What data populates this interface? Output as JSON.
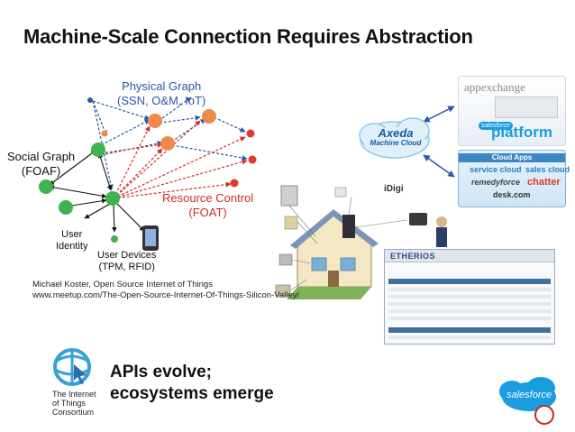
{
  "title": "Machine-Scale Connection Requires Abstraction",
  "diagram": {
    "physical_graph": {
      "line1": "Physical Graph",
      "line2": "(SSN, O&M, IoT)"
    },
    "social_graph": {
      "line1": "Social Graph",
      "line2": "(FOAF)"
    },
    "resource_control": {
      "line1": "Resource Control",
      "line2": "(FOAT)"
    },
    "user_identity": {
      "line1": "User",
      "line2": "Identity"
    },
    "user_devices": {
      "line1": "User Devices",
      "line2": "(TPM, RFID)"
    }
  },
  "credit": {
    "line1": "Michael Koster, Open Source Internet of Things",
    "line2": "www.meetup.com/The-Open-Source-Internet-Of-Things-Silicon-Valley/"
  },
  "iot_logo": {
    "line1": "The Internet",
    "line2": "of Things",
    "line3": "Consortium"
  },
  "tagline": {
    "line1": "APIs evolve;",
    "line2": "ecosystems emerge"
  },
  "axeda": {
    "name": "Axeda",
    "sub": "Machine Cloud"
  },
  "idigi": "iDigi",
  "appexchange": {
    "logo": "appexchange",
    "platform_brand": "salesforce",
    "platform": "platform"
  },
  "cloud_apps": {
    "title": "Cloud Apps",
    "items": [
      "service cloud",
      "sales cloud",
      "remedyforce",
      "chatter",
      "desk.com"
    ]
  },
  "etherios": "ETHERIOS",
  "salesforce_logo": "salesforce",
  "colors": {
    "blue_text": "#2a57a8",
    "red_text": "#d12a2a",
    "green_node": "#3fb34f",
    "orange_node": "#f0884a",
    "red_node": "#e23a2a"
  }
}
